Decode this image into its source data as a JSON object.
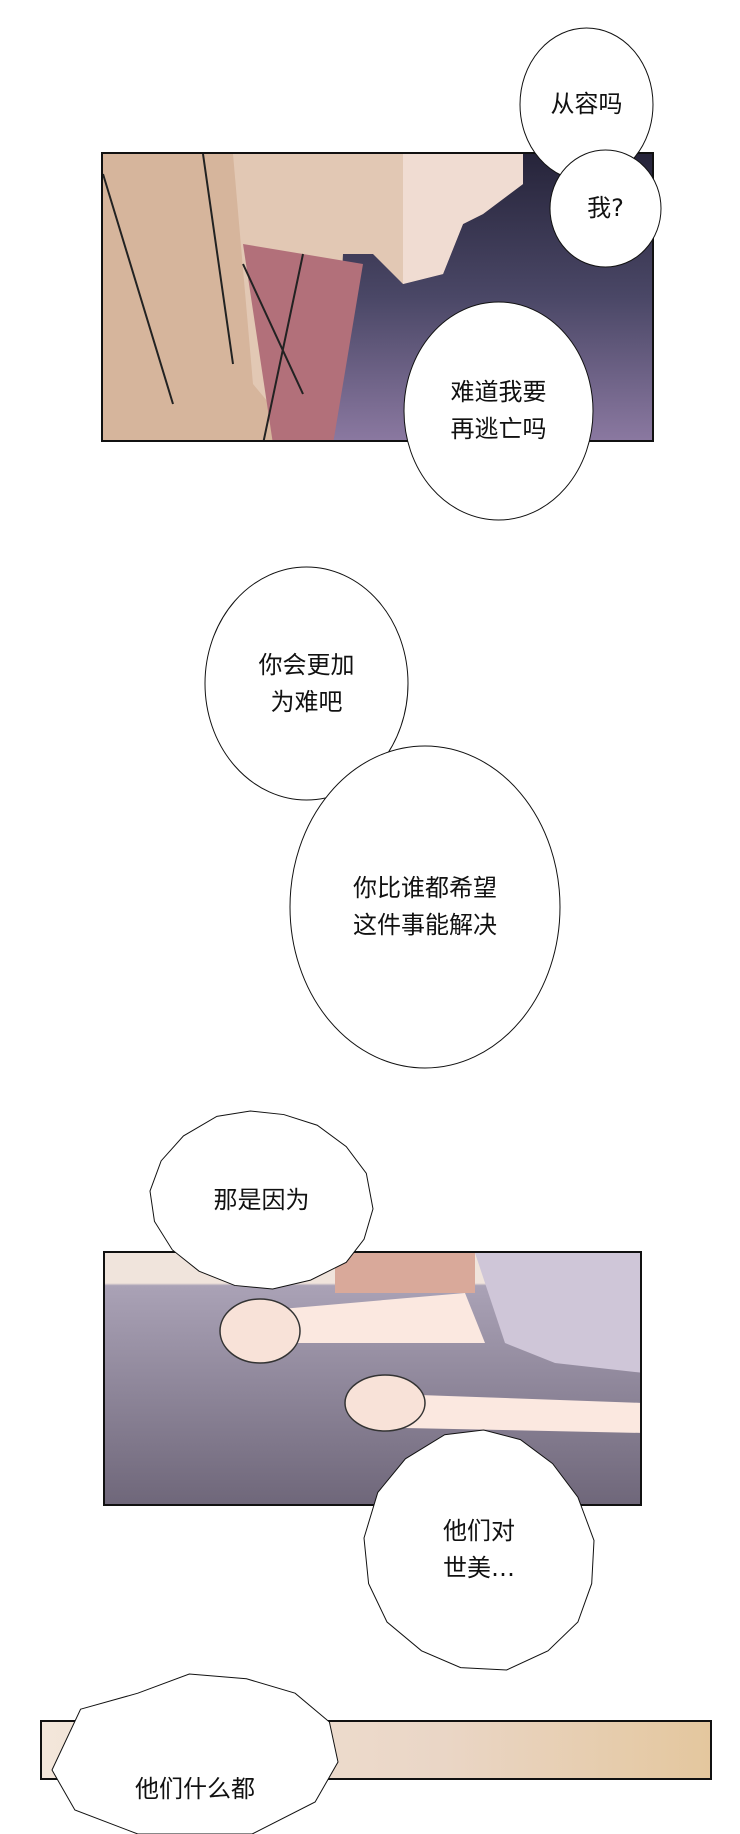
{
  "panels": {
    "p1": {
      "colors": [
        "#d9c0ac",
        "#b07a7e",
        "#2a2838",
        "#857498"
      ]
    },
    "p2": {
      "colors": [
        "#f0e4dc",
        "#a79fb2",
        "#5b5466"
      ]
    },
    "p3": {
      "colors": [
        "#f2e3d6",
        "#e6c9a4"
      ]
    }
  },
  "bubbles": [
    {
      "text": "从容吗"
    },
    {
      "text": "我?"
    },
    {
      "text": "难道我要\n再逃亡吗"
    },
    {
      "text": "你会更加\n为难吧"
    },
    {
      "text": "你比谁都希望\n这件事能解决"
    },
    {
      "text": "那是因为"
    },
    {
      "text": "他们对\n世美…"
    },
    {
      "text": "他们什么都"
    }
  ]
}
